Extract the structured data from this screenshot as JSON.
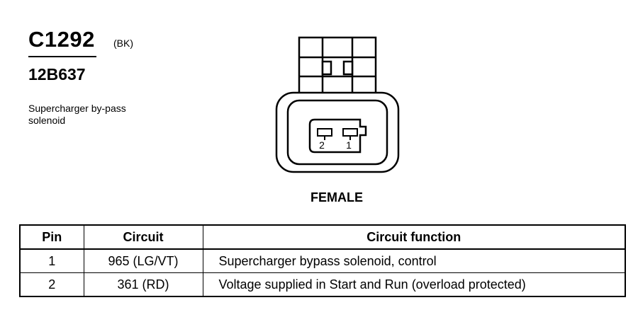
{
  "connector": {
    "id": "C1292",
    "color_code": "(BK)",
    "part_number": "12B637",
    "description": "Supercharger by-pass solenoid"
  },
  "diagram": {
    "pins": [
      {
        "label": "2"
      },
      {
        "label": "1"
      }
    ],
    "view_label": "FEMALE"
  },
  "table": {
    "headers": [
      "Pin",
      "Circuit",
      "Circuit function"
    ],
    "rows": [
      {
        "pin": "1",
        "circuit": "965 (LG/VT)",
        "function": "Supercharger bypass solenoid, control"
      },
      {
        "pin": "2",
        "circuit": "361 (RD)",
        "function": "Voltage supplied in Start and Run (overload protected)"
      }
    ]
  }
}
